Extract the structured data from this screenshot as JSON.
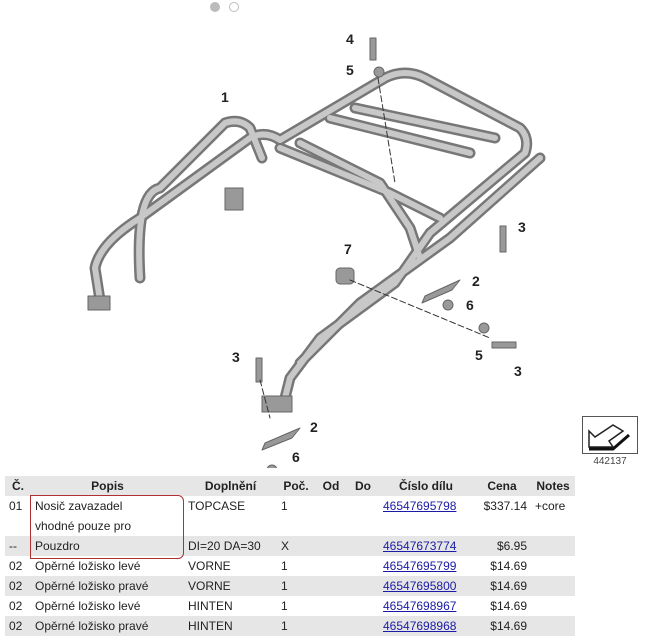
{
  "carousel": {
    "count": 2,
    "active": 0
  },
  "diagram": {
    "callouts": [
      "1",
      "2",
      "2",
      "3",
      "3",
      "3",
      "4",
      "5",
      "5",
      "6",
      "6",
      "7"
    ],
    "reference_number": "442137"
  },
  "table": {
    "headers": [
      "Č.",
      "Popis",
      "Doplnění",
      "Poč.",
      "Od",
      "Do",
      "Číslo dílu",
      "Cena",
      "Notes"
    ],
    "rows": [
      {
        "no": "01",
        "desc": "Nosič zavazadel",
        "desc2": "vhodné pouze pro",
        "supp": "TOPCASE",
        "qty": "1",
        "from": "",
        "to": "",
        "part": "46547695798",
        "price": "$337.14",
        "notes": "+core"
      },
      {
        "no": "--",
        "desc": "Pouzdro",
        "supp": "DI=20 DA=30",
        "qty": "X",
        "from": "",
        "to": "",
        "part": "46547673774",
        "price": "$6.95",
        "notes": ""
      },
      {
        "no": "02",
        "desc": "Opěrné ložisko levé",
        "supp": "VORNE",
        "qty": "1",
        "from": "",
        "to": "",
        "part": "46547695799",
        "price": "$14.69",
        "notes": ""
      },
      {
        "no": "02",
        "desc": "Opěrné ložisko pravé",
        "supp": "VORNE",
        "qty": "1",
        "from": "",
        "to": "",
        "part": "46547695800",
        "price": "$14.69",
        "notes": ""
      },
      {
        "no": "02",
        "desc": "Opěrné ložisko levé",
        "supp": "HINTEN",
        "qty": "1",
        "from": "",
        "to": "",
        "part": "46547698967",
        "price": "$14.69",
        "notes": ""
      },
      {
        "no": "02",
        "desc": "Opěrné ložisko pravé",
        "supp": "HINTEN",
        "qty": "1",
        "from": "",
        "to": "",
        "part": "46547698968",
        "price": "$14.69",
        "notes": ""
      }
    ]
  }
}
